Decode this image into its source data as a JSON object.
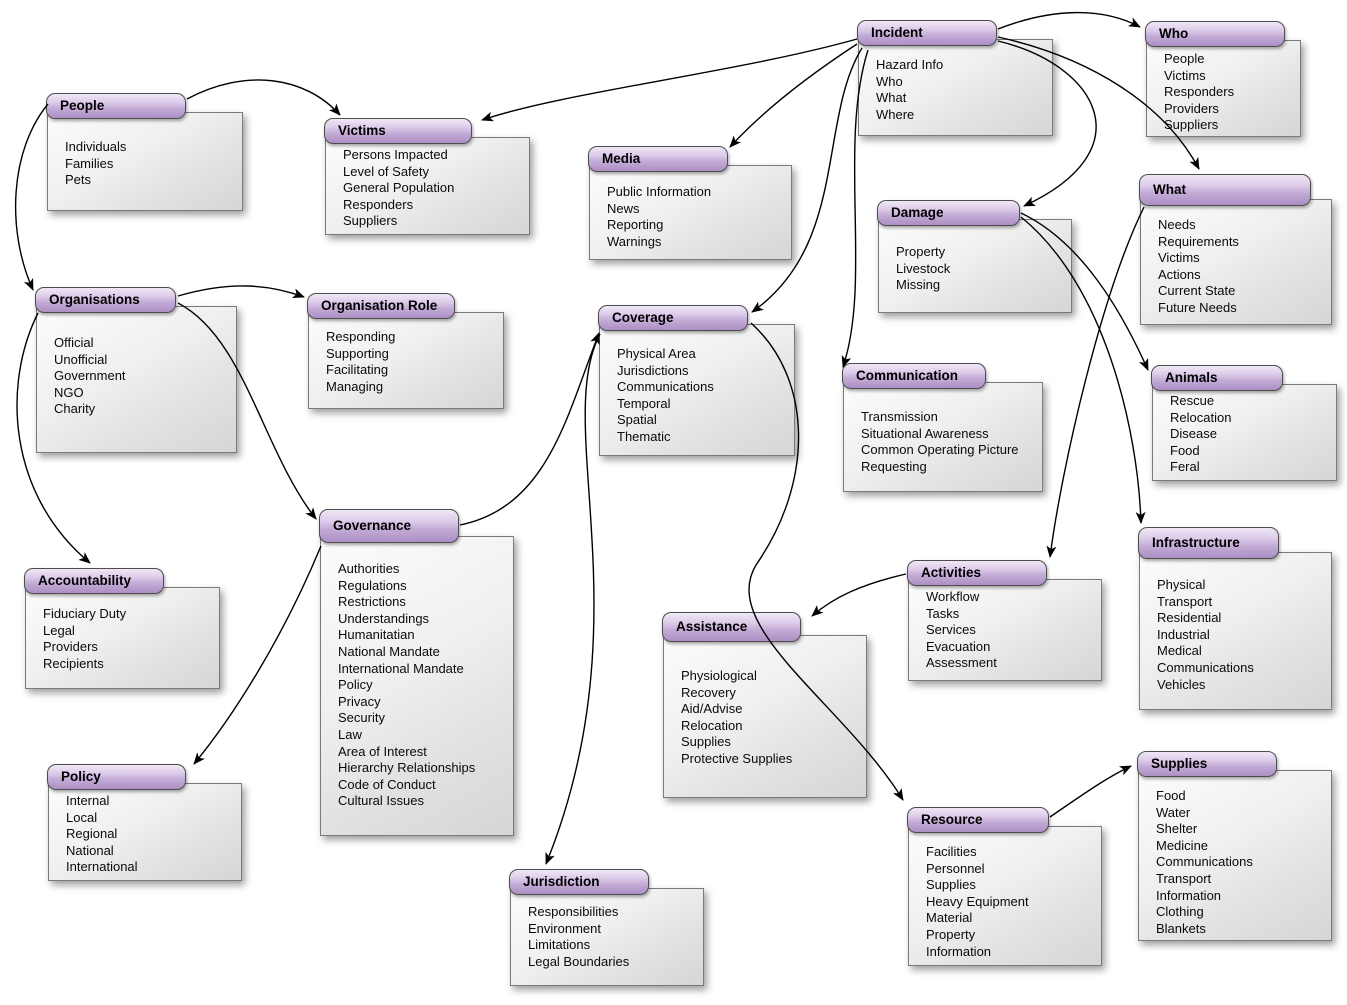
{
  "diagram": {
    "style": {
      "background_color": "#ffffff",
      "tab_color_top": "#efe8f6",
      "tab_color_bottom": "#ac8fc4",
      "tab_border_color": "#4d4d4d",
      "box_color_top": "#fcfcfc",
      "box_color_bottom": "#d6d6d6",
      "box_border_color": "#7a7a7a",
      "arrow_color": "#000000",
      "text_color": "#000000"
    },
    "boxes": [
      {
        "id": "people",
        "title": "People",
        "items": [
          "Individuals",
          "Families",
          "Pets"
        ]
      },
      {
        "id": "victims",
        "title": "Victims",
        "items": [
          "Persons Impacted",
          "Level of Safety",
          "General Population",
          "Responders",
          "Suppliers"
        ]
      },
      {
        "id": "incident",
        "title": "Incident",
        "items": [
          "Hazard Info",
          "Who",
          "What",
          "Where"
        ]
      },
      {
        "id": "who",
        "title": "Who",
        "items": [
          "People",
          "Victims",
          "Responders",
          "Providers",
          "Suppliers"
        ]
      },
      {
        "id": "media",
        "title": "Media",
        "items": [
          "Public Information",
          "News",
          "Reporting",
          "Warnings"
        ]
      },
      {
        "id": "damage",
        "title": "Damage",
        "items": [
          "Property",
          "Livestock",
          "Missing"
        ]
      },
      {
        "id": "what",
        "title": "What",
        "items": [
          "Needs",
          "Requirements",
          "Victims",
          "Actions",
          "Current State",
          "Future Needs"
        ]
      },
      {
        "id": "organisations",
        "title": "Organisations",
        "items": [
          "Official",
          "Unofficial",
          "Government",
          "NGO",
          "Charity"
        ]
      },
      {
        "id": "organisation_role",
        "title": "Organisation Role",
        "items": [
          "Responding",
          "Supporting",
          "Facilitating",
          "Managing"
        ]
      },
      {
        "id": "coverage",
        "title": "Coverage",
        "items": [
          "Physical Area",
          "Jurisdictions",
          "Communications",
          "Temporal",
          "Spatial",
          "Thematic"
        ]
      },
      {
        "id": "communication",
        "title": "Communication",
        "items": [
          "Transmission",
          "Situational Awareness",
          "Common Operating Picture",
          "Requesting"
        ]
      },
      {
        "id": "animals",
        "title": "Animals",
        "items": [
          "Rescue",
          "Relocation",
          "Disease",
          "Food",
          "Feral"
        ]
      },
      {
        "id": "accountability",
        "title": "Accountability",
        "items": [
          "Fiduciary Duty",
          "Legal",
          "Providers",
          "Recipients"
        ]
      },
      {
        "id": "governance",
        "title": "Governance",
        "items": [
          "Authorities",
          "Regulations",
          "Restrictions",
          "Understandings",
          "Humanitatian",
          "National Mandate",
          "International Mandate",
          "Policy",
          "Privacy",
          "Security",
          "Law",
          "Area of Interest",
          "Hierarchy Relationships",
          "Code of Conduct",
          "Cultural Issues"
        ]
      },
      {
        "id": "infrastructure",
        "title": "Infrastructure",
        "items": [
          "Physical",
          "Transport",
          "Residential",
          "Industrial",
          "Medical",
          "Communications",
          "Vehicles"
        ]
      },
      {
        "id": "activities",
        "title": "Activities",
        "items": [
          "Workflow",
          "Tasks",
          "Services",
          "Evacuation",
          "Assessment"
        ]
      },
      {
        "id": "assistance",
        "title": "Assistance",
        "items": [
          "Physiological",
          "Recovery",
          "Aid/Advise",
          "Relocation",
          "Supplies",
          "Protective Supplies"
        ]
      },
      {
        "id": "policy",
        "title": "Policy",
        "items": [
          "Internal",
          "Local",
          "Regional",
          "National",
          "International"
        ]
      },
      {
        "id": "jurisdiction",
        "title": "Jurisdiction",
        "items": [
          "Responsibilities",
          "Environment",
          "Limitations",
          "Legal Boundaries"
        ]
      },
      {
        "id": "resource",
        "title": "Resource",
        "items": [
          "Facilities",
          "Personnel",
          "Supplies",
          "Heavy Equipment",
          "Material",
          "Property",
          "Information"
        ]
      },
      {
        "id": "supplies",
        "title": "Supplies",
        "items": [
          "Food",
          "Water",
          "Shelter",
          "Medicine",
          "Communications",
          "Transport",
          "Information",
          "Clothing",
          "Blankets"
        ]
      }
    ],
    "edges": [
      {
        "from": "people",
        "to": "victims"
      },
      {
        "from": "people",
        "to": "organisations"
      },
      {
        "from": "incident",
        "to": "victims"
      },
      {
        "from": "incident",
        "to": "media"
      },
      {
        "from": "incident",
        "to": "who"
      },
      {
        "from": "incident",
        "to": "what"
      },
      {
        "from": "incident",
        "to": "damage"
      },
      {
        "from": "incident",
        "to": "coverage"
      },
      {
        "from": "incident",
        "to": "communication"
      },
      {
        "from": "organisations",
        "to": "organisation_role"
      },
      {
        "from": "organisations",
        "to": "governance"
      },
      {
        "from": "organisations",
        "to": "accountability"
      },
      {
        "from": "governance",
        "to": "policy"
      },
      {
        "from": "governance",
        "to": "coverage"
      },
      {
        "from": "coverage",
        "to": "jurisdiction"
      },
      {
        "from": "coverage",
        "to": "resource"
      },
      {
        "from": "damage",
        "to": "animals"
      },
      {
        "from": "damage",
        "to": "infrastructure"
      },
      {
        "from": "what",
        "to": "activities"
      },
      {
        "from": "activities",
        "to": "assistance"
      },
      {
        "from": "resource",
        "to": "supplies"
      }
    ]
  }
}
